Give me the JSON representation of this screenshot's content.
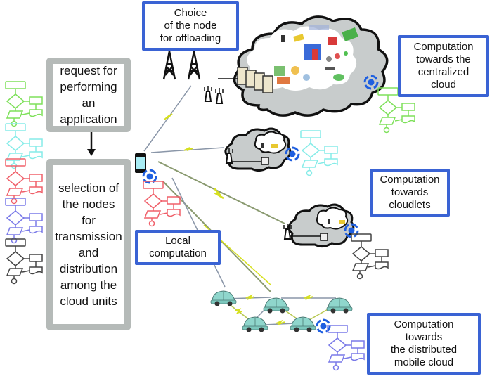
{
  "diagram": {
    "title_box": {
      "lines": [
        "Choice",
        "of the node",
        "for offloading"
      ]
    },
    "request_box": {
      "lines": [
        "request for",
        "performing",
        "an",
        "application"
      ]
    },
    "selection_box": {
      "lines": [
        "selection of",
        "the nodes",
        "for",
        "transmission",
        "and",
        "distribution",
        "among the",
        "cloud units"
      ]
    },
    "local_box": {
      "lines": [
        "Local",
        "computation"
      ]
    },
    "centralized_box": {
      "lines": [
        "Computation",
        "towards the",
        "centralized",
        "cloud"
      ]
    },
    "cloudlets_box": {
      "lines": [
        "Computation",
        "towards",
        "cloudlets"
      ]
    },
    "mobile_cloud_box": {
      "lines": [
        "Computation",
        "towards",
        "the distributed",
        "mobile cloud"
      ]
    },
    "flowchart_colors": {
      "green": "#7ee05a",
      "cyan": "#86ece8",
      "red": "#f0606a",
      "blue": "#7a7ae8",
      "black": "#444444"
    },
    "accent_colors": {
      "box_border": "#3a63d4",
      "gray_border": "#b5bab8",
      "offload_icon": "#1e5fe0",
      "lightning": "#d6e020",
      "car": "#8fd6cc",
      "cloud_gray": "#c8cccc"
    },
    "icons": [
      "cell-tower-icon",
      "antenna-icon",
      "server-rack-icon",
      "cloud-icon",
      "smartphone-icon",
      "offload-target-icon",
      "car-icon",
      "flowchart-icon",
      "lightning-link-icon"
    ]
  }
}
